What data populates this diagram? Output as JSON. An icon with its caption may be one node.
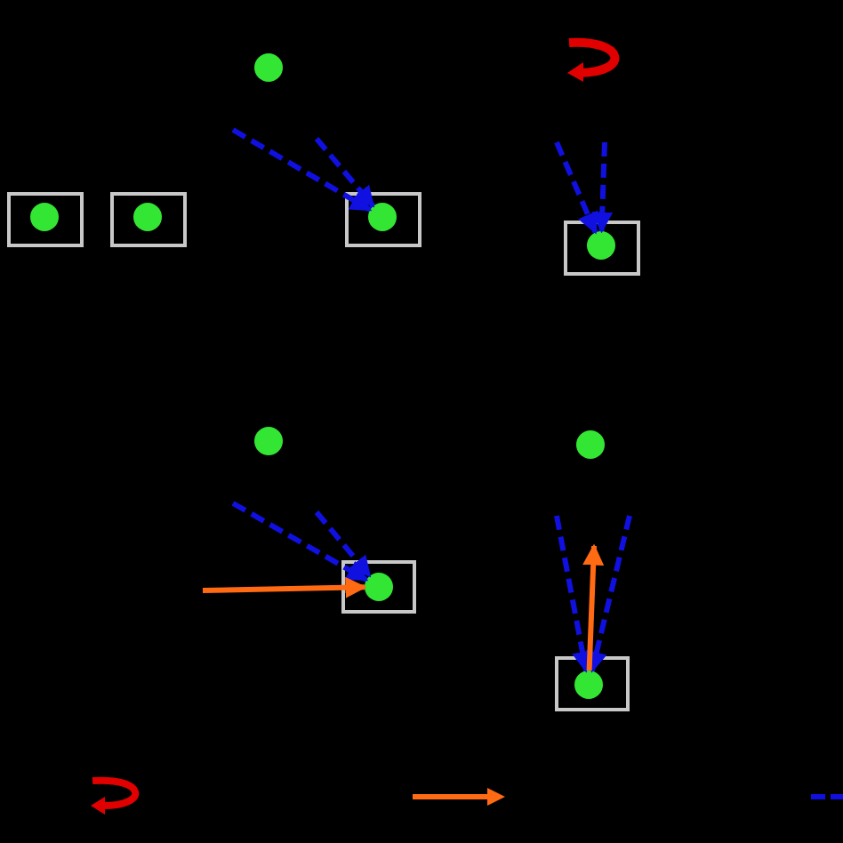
{
  "diagram": {
    "nodes": [
      {
        "text": [],
        "shape": "circle"
      },
      {
        "text": [],
        "shape": "box"
      },
      {
        "text": [],
        "shape": "circle",
        "in": 1
      },
      {
        "text": [],
        "shape": "box"
      },
      {
        "text": [],
        "shape": "circle",
        "in": 3
      },
      {
        "text": [],
        "shape": "box"
      },
      {
        "text": [],
        "shape": "circle",
        "in": 5
      },
      {
        "text": [],
        "shape": "box"
      },
      {
        "text": [],
        "shape": "circle",
        "in": 7
      },
      {
        "text": [],
        "shape": "circle"
      },
      {
        "text": [],
        "shape": "box"
      },
      {
        "text": [],
        "shape": "circle",
        "in": 10
      },
      {
        "text": [],
        "shape": "circle"
      },
      {
        "text": [],
        "shape": "box"
      },
      {
        "text": [],
        "shape": "circle",
        "in": 13
      }
    ],
    "edges": [
      {
        "from": null,
        "to": 6,
        "arrow": "to",
        "style": "dashed"
      },
      {
        "from": null,
        "to": 6,
        "arrow": "to",
        "style": "dashed"
      },
      {
        "from": null,
        "to": 8,
        "arrow": "to",
        "style": "dashed"
      },
      {
        "from": null,
        "to": 8,
        "arrow": "to",
        "style": "dashed"
      },
      {
        "from": null,
        "to": 11,
        "arrow": "to",
        "style": "dashed"
      },
      {
        "from": null,
        "to": 11,
        "arrow": "to",
        "style": "dashed"
      },
      {
        "from": null,
        "to": 14,
        "arrow": "to",
        "style": "dashed"
      },
      {
        "from": null,
        "to": 14,
        "arrow": "to",
        "style": "dashed"
      },
      {
        "from": null,
        "to": 11,
        "arrow": "to",
        "color": "#ff6a13"
      },
      {
        "from": 14,
        "to": null,
        "arrow": "to",
        "color": "#ff6a13"
      }
    ]
  }
}
